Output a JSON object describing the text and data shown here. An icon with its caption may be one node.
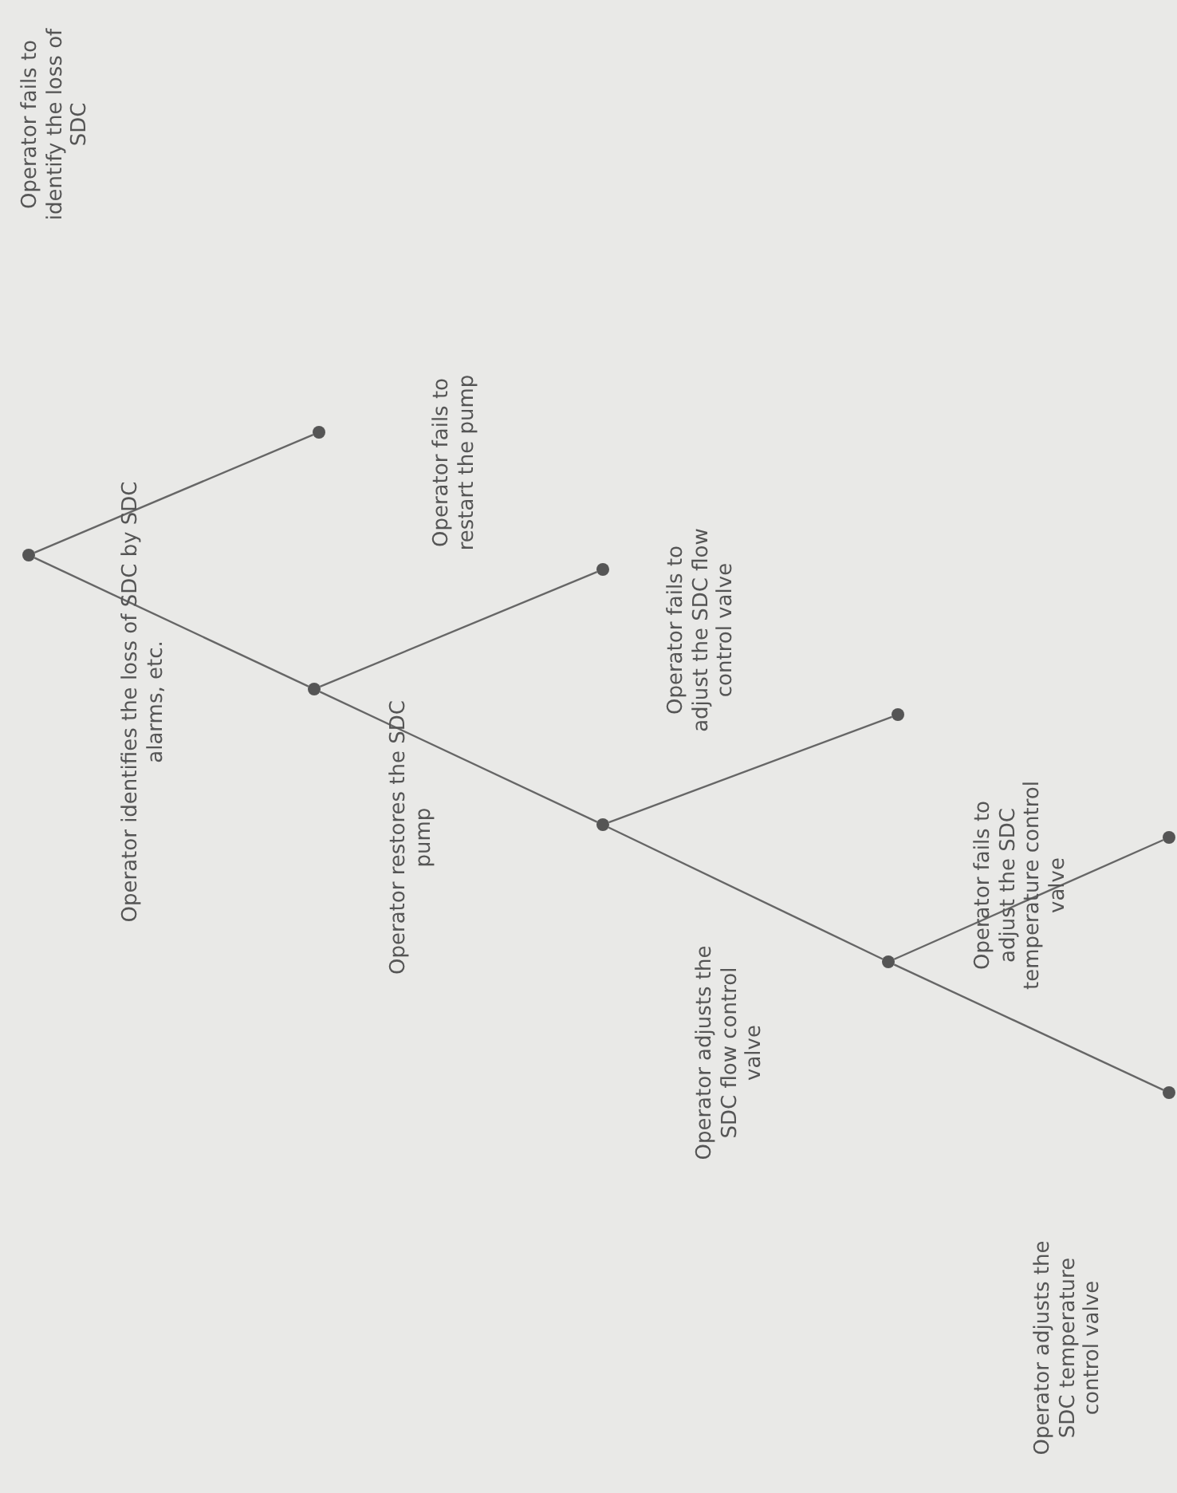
{
  "diagram": {
    "nodes": [
      {
        "text": [],
        "shape": "circle"
      },
      {
        "text": [],
        "shape": "circle"
      },
      {
        "text": [],
        "shape": "circle"
      },
      {
        "text": [],
        "shape": "circle"
      },
      {
        "text": [],
        "shape": "circle"
      },
      {
        "text": [],
        "shape": "circle"
      },
      {
        "text": [],
        "shape": "circle"
      },
      {
        "text": [],
        "shape": "circle"
      },
      {
        "text": [],
        "shape": "circle"
      }
    ],
    "edges": [
      {
        "from": 0,
        "to": 2,
        "arrow": "none"
      },
      {
        "from": 0,
        "to": 1,
        "arrow": "none"
      },
      {
        "from": 2,
        "to": 4,
        "arrow": "none"
      },
      {
        "from": 2,
        "to": 3,
        "arrow": "none"
      },
      {
        "from": 4,
        "to": 6,
        "arrow": "none"
      },
      {
        "from": 4,
        "to": 5,
        "arrow": "none"
      },
      {
        "from": 6,
        "to": 8,
        "arrow": "none"
      },
      {
        "from": 6,
        "to": 7,
        "arrow": "none"
      }
    ],
    "labels": [
      "Operator fails to identify the loss of SDC",
      "Operator identifies the loss of SDC by SDC alarms, etc.",
      "Operator fails to restart the pump",
      "Operator restores the SDC pump",
      "Operator fails to adjust the SDC flow control valve",
      "Operator adjusts the SDC flow control valve",
      "Operator fails to adjust the SDC temperature control valve",
      "Operator adjusts the SDC temperature control valve"
    ]
  }
}
